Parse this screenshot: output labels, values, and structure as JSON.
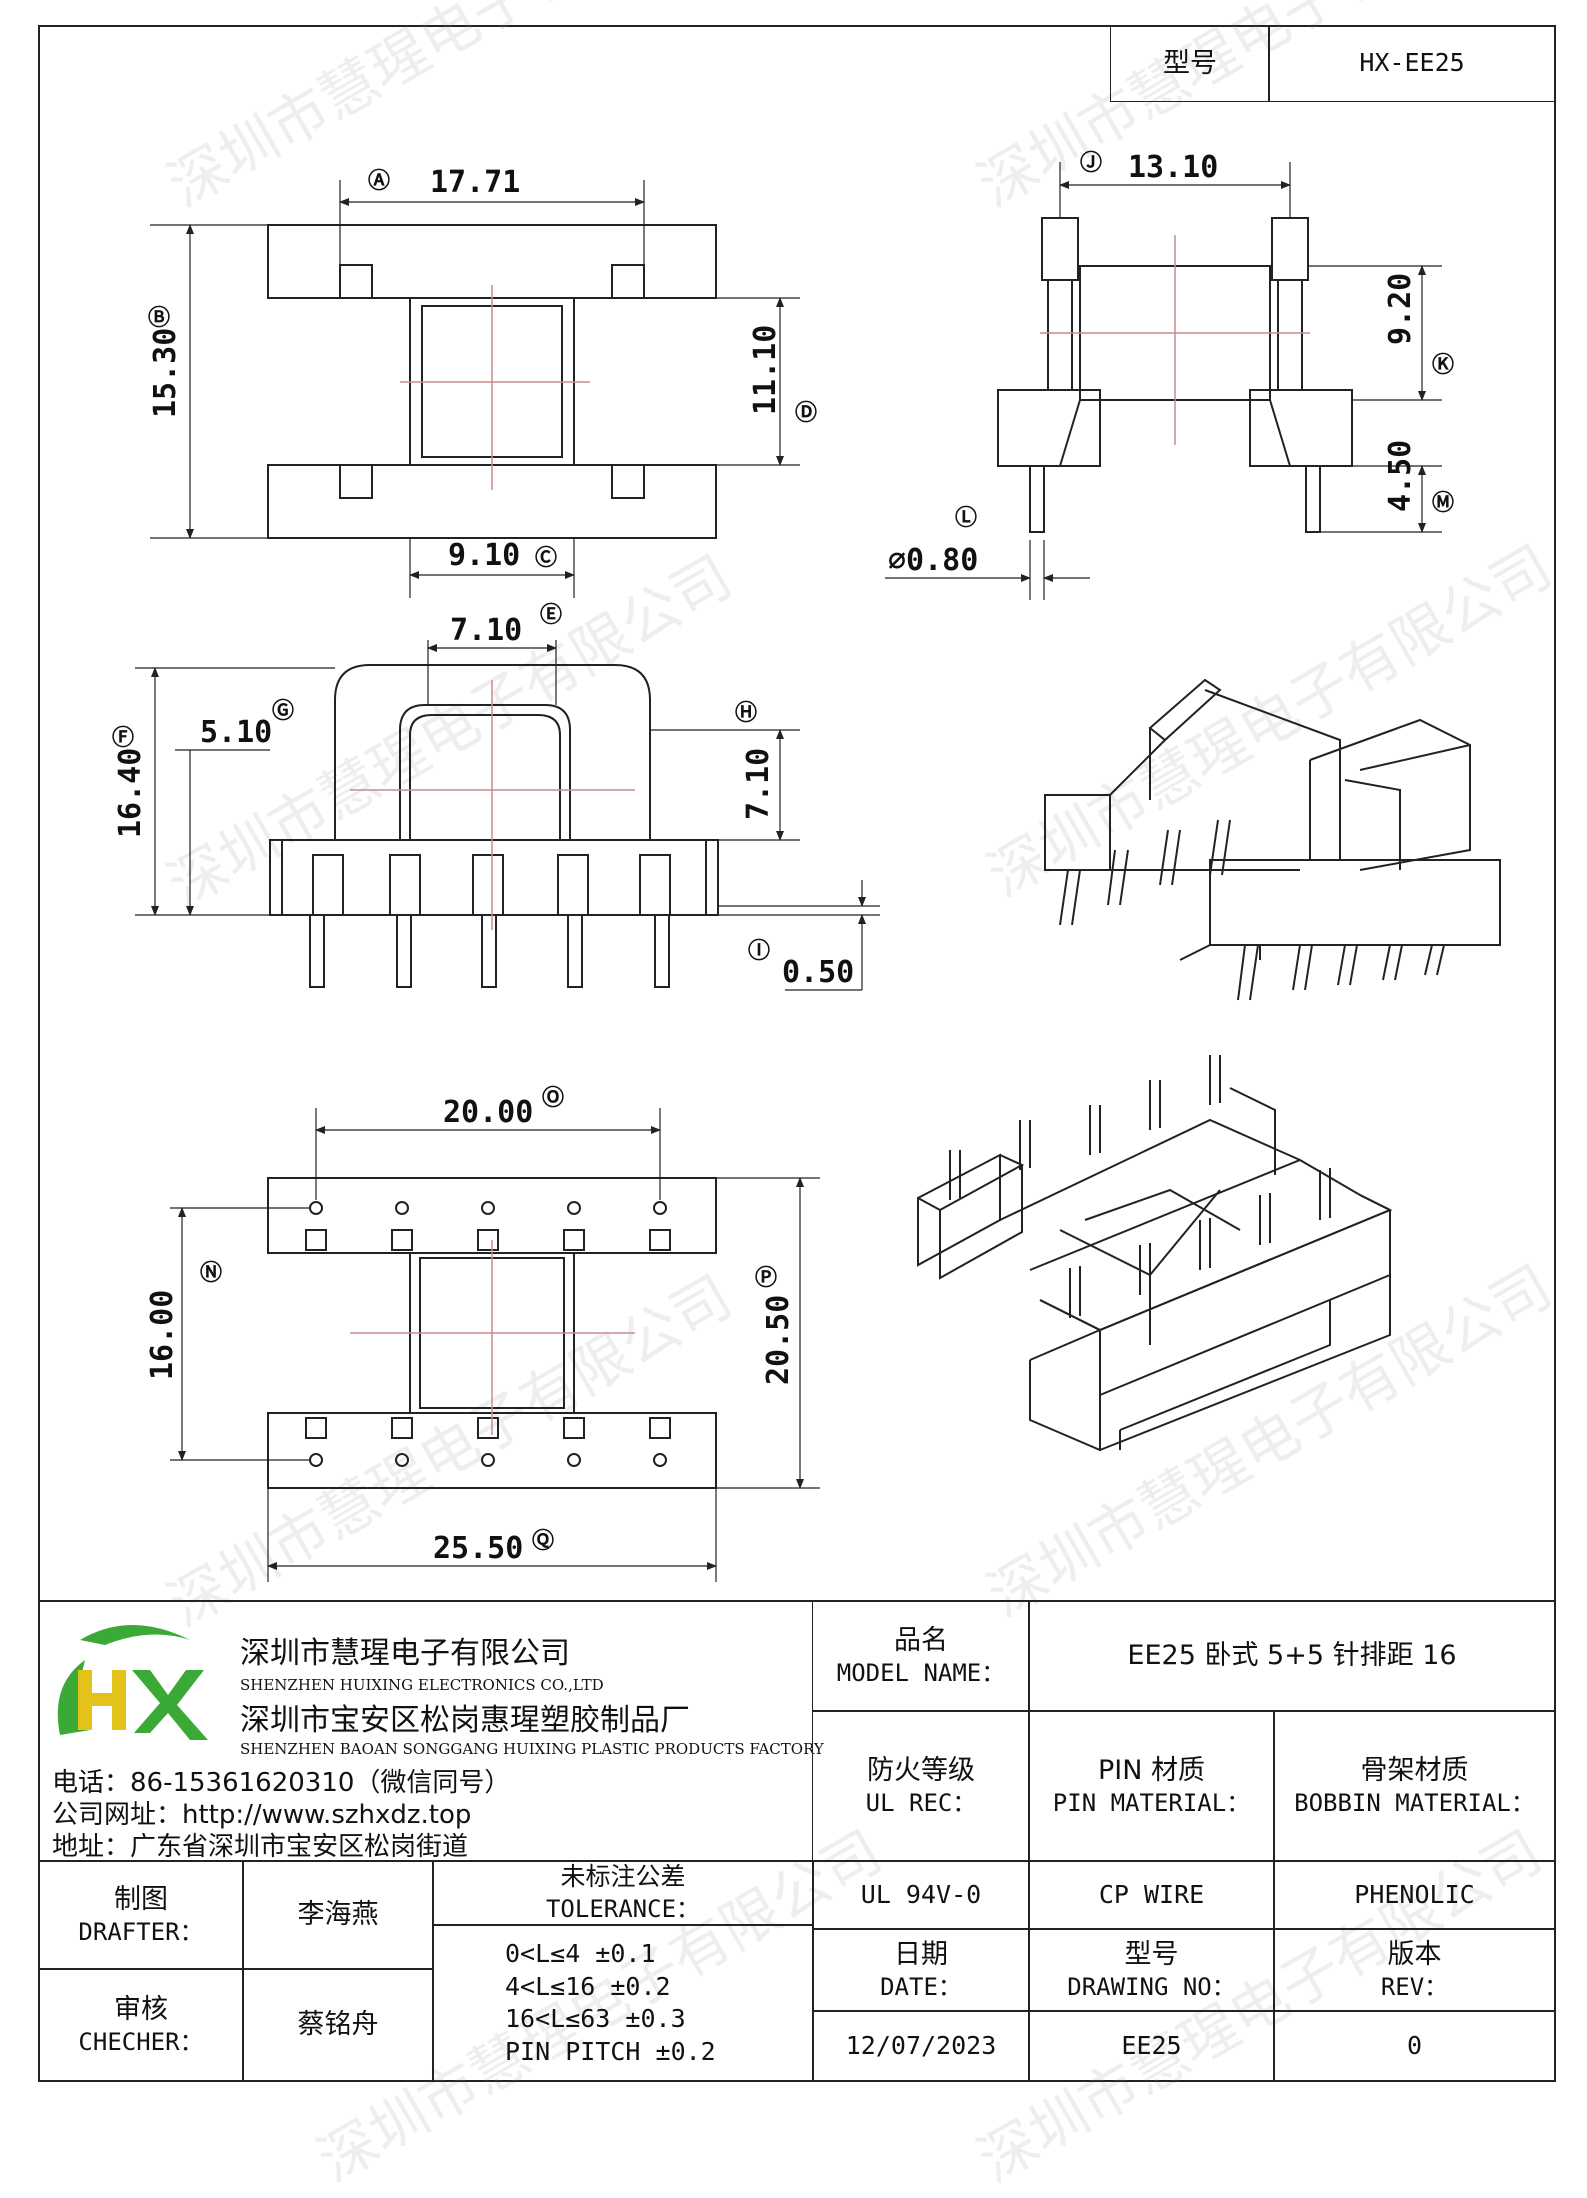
{
  "header": {
    "model_label": "型号",
    "model_value": "HX-EE25"
  },
  "dimensions": {
    "A": "17.71",
    "B": "15.30",
    "C": "9.10",
    "D": "11.10",
    "E": "7.10",
    "F": "16.40",
    "G": "5.10",
    "H": "7.10",
    "I": "0.50",
    "J": "13.10",
    "K": "9.20",
    "L": "⌀0.80",
    "M": "4.50",
    "N": "16.00",
    "O": "20.00",
    "P": "20.50",
    "Q": "25.50"
  },
  "circle_labels": {
    "A": "Ⓐ",
    "B": "Ⓑ",
    "C": "Ⓒ",
    "D": "Ⓓ",
    "E": "Ⓔ",
    "F": "Ⓕ",
    "G": "Ⓖ",
    "H": "Ⓗ",
    "I": "Ⓘ",
    "J": "Ⓙ",
    "K": "Ⓚ",
    "L": "Ⓛ",
    "M": "Ⓜ",
    "N": "Ⓝ",
    "O": "Ⓞ",
    "P": "Ⓟ",
    "Q": "Ⓠ"
  },
  "watermark": "深圳市慧瑆电子有限公司",
  "title_block": {
    "logo_text": "HX",
    "company_cn_1": "深圳市慧瑆电子有限公司",
    "company_en_1": "SHENZHEN HUIXING ELECTRONICS CO.,LTD",
    "company_cn_2": "深圳市宝安区松岗惠瑆塑胶制品厂",
    "company_en_2": "SHENZHEN BAOAN SONGGANG HUIXING PLASTIC PRODUCTS FACTORY",
    "phone": "电话：86-15361620310（微信同号）",
    "website": "公司网址：http://www.szhxdz.top",
    "address": "地址：广东省深圳市宝安区松岗街道",
    "product_name_cn": "品名",
    "product_name_en": "MODEL NAME：",
    "product_name_value": "EE25 卧式 5+5 针排距 16",
    "flame_cn": "防火等级",
    "flame_en": "UL REC：",
    "flame_value": "UL 94V-0",
    "pin_mat_cn": "PIN 材质",
    "pin_mat_en": "PIN MATERIAL：",
    "pin_mat_value": "CP WIRE",
    "bobbin_mat_cn": "骨架材质",
    "bobbin_mat_en": "BOBBIN MATERIAL：",
    "bobbin_mat_value": "PHENOLIC",
    "drafter_cn": "制图",
    "drafter_en": "DRAFTER：",
    "drafter_value": "李海燕",
    "checker_cn": "审核",
    "checker_en": "CHECHER：",
    "checker_value": "蔡铭舟",
    "tolerance_cn": "未标注公差",
    "tolerance_en": "TOLERANCE：",
    "tolerance_lines": [
      "0<L≤4   ±0.1",
      "4<L≤16  ±0.2",
      "16<L≤63  ±0.3",
      "PIN PITCH ±0.2"
    ],
    "date_cn": "日期",
    "date_en": "DATE：",
    "date_value": "12/07/2023",
    "drawing_no_cn": "型号",
    "drawing_no_en": "DRAWING NO：",
    "drawing_no_value": "EE25",
    "rev_cn": "版本",
    "rev_en": "REV：",
    "rev_value": "0"
  },
  "colors": {
    "logo_green": "#3aa935",
    "logo_yellow": "#e3c21a",
    "line": "#222222",
    "center_line": "#c98c8c"
  }
}
